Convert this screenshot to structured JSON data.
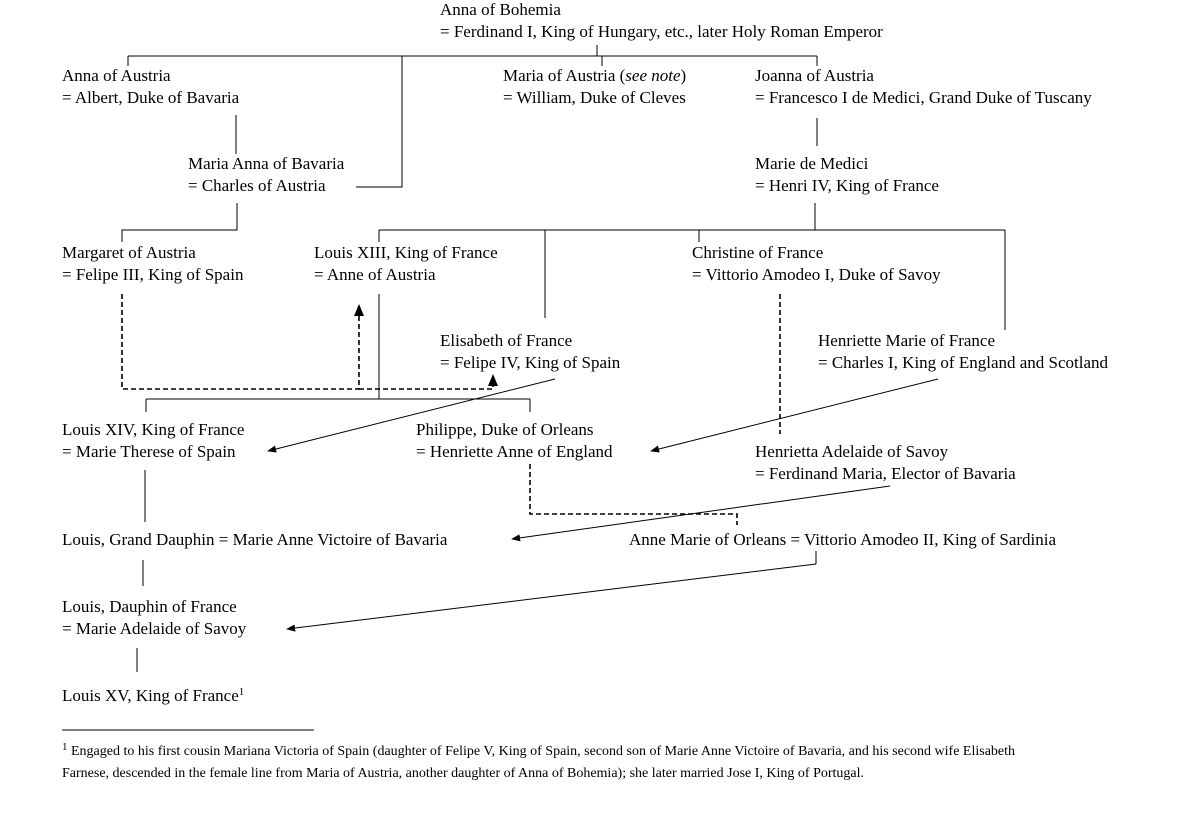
{
  "people": {
    "anna_bohemia": {
      "name": "Anna of Bohemia",
      "spouse": "= Ferdinand I, King of Hungary, etc., later Holy Roman Emperor"
    },
    "anna_austria": {
      "name": "Anna of Austria",
      "spouse": "= Albert, Duke of Bavaria"
    },
    "maria_austria": {
      "name_before": "Maria of Austria (",
      "name_note": "see note",
      "name_after": ")",
      "spouse": "= William, Duke of Cleves"
    },
    "joanna_austria": {
      "name": "Joanna of Austria",
      "spouse": "= Francesco I de Medici, Grand Duke of Tuscany"
    },
    "maria_anna_bavaria": {
      "name": "Maria Anna of Bavaria",
      "spouse": "= Charles of Austria"
    },
    "marie_medici": {
      "name": "Marie de Medici",
      "spouse": "= Henri IV, King of France"
    },
    "margaret_austria": {
      "name": "Margaret of Austria",
      "spouse": "= Felipe III, King of Spain"
    },
    "louis_xiii": {
      "name": "Louis XIII, King of France",
      "spouse": "= Anne of Austria"
    },
    "christine_france": {
      "name": "Christine of France",
      "spouse": "= Vittorio Amodeo I, Duke of Savoy"
    },
    "elisabeth_france": {
      "name": "Elisabeth of France",
      "spouse": "= Felipe IV, King of Spain"
    },
    "henriette_marie": {
      "name": "Henriette Marie of France",
      "spouse": "= Charles I, King of England and Scotland"
    },
    "louis_xiv": {
      "name": "Louis XIV, King of France",
      "spouse": "= Marie Therese of Spain"
    },
    "philippe_orleans": {
      "name": "Philippe, Duke of Orleans",
      "spouse": "= Henriette Anne of England"
    },
    "henrietta_adelaide": {
      "name": "Henrietta Adelaide of Savoy",
      "spouse": "= Ferdinand Maria, Elector of Bavaria"
    },
    "grand_dauphin": {
      "line": "Louis, Grand Dauphin = Marie Anne Victoire of Bavaria"
    },
    "anne_marie_orleans": {
      "line": "Anne Marie of Orleans = Vittorio Amodeo II, King of Sardinia"
    },
    "dauphin_france": {
      "name": "Louis, Dauphin of France",
      "spouse": "= Marie Adelaide of Savoy"
    },
    "louis_xv": {
      "name": "Louis XV, King of France",
      "marker": "1"
    }
  },
  "footnote": {
    "marker": "1",
    "line1": " Engaged to his first cousin Mariana Victoria of Spain (daughter of Felipe V, King of Spain, second son of Marie Anne Victoire of Bavaria, and his second wife Elisabeth",
    "line2": "Farnese, descended in the female line from Maria of Austria, another daughter of Anna of Bohemia); she later married Jose I, King of Portugal."
  }
}
